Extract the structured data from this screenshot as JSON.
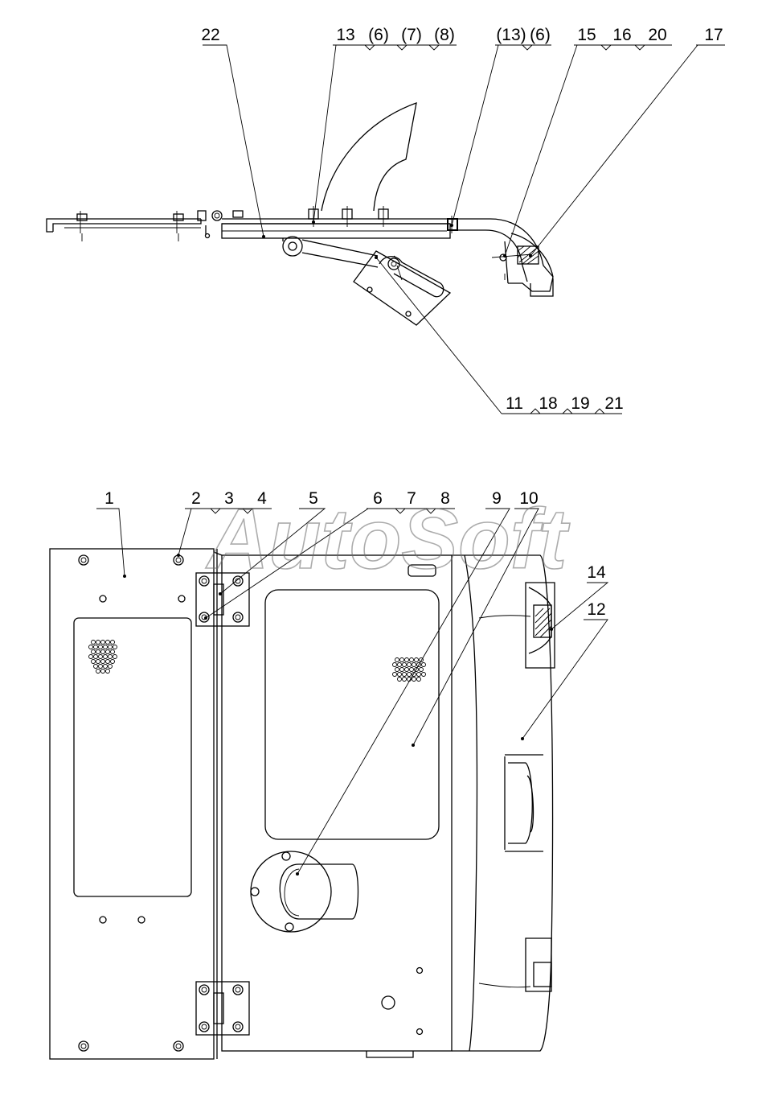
{
  "watermark": "AutoSoft",
  "top_view": {
    "callouts": {
      "c22": "22",
      "c13": "13",
      "c6p": "(6)",
      "c7p": "(7)",
      "c8p": "(8)",
      "c13p": "(13)",
      "c6p2": "(6)",
      "c15": "15",
      "c16": "16",
      "c20": "20",
      "c17": "17",
      "c11": "11",
      "c18": "18",
      "c19": "19",
      "c21": "21"
    }
  },
  "front_view": {
    "callouts": {
      "c1": "1",
      "c2": "2",
      "c3": "3",
      "c4": "4",
      "c5": "5",
      "c6": "6",
      "c7": "7",
      "c8": "8",
      "c9": "9",
      "c10": "10",
      "c14": "14",
      "c12": "12"
    }
  }
}
